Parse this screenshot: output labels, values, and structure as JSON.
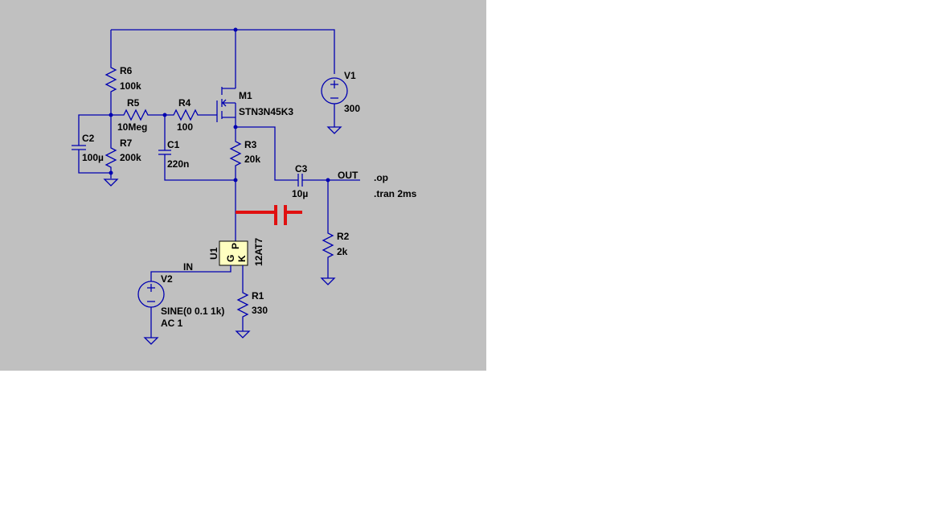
{
  "components": {
    "r6": {
      "name": "R6",
      "value": "100k"
    },
    "r5": {
      "name": "R5",
      "value": "10Meg"
    },
    "r4": {
      "name": "R4",
      "value": "100"
    },
    "r7": {
      "name": "R7",
      "value": "200k"
    },
    "c2": {
      "name": "C2",
      "value": "100µ"
    },
    "c1": {
      "name": "C1",
      "value": "220n"
    },
    "m1": {
      "name": "M1",
      "value": "STN3N45K3"
    },
    "r3": {
      "name": "R3",
      "value": "20k"
    },
    "c3": {
      "name": "C3",
      "value": "10µ"
    },
    "v1": {
      "name": "V1",
      "value": "300"
    },
    "r2": {
      "name": "R2",
      "value": "2k"
    },
    "u1": {
      "name": "U1",
      "value": "12AT7",
      "pin_g": "G",
      "pin_p": "P",
      "pin_k": "K"
    },
    "v2": {
      "name": "V2",
      "value1": "SINE(0 0.1 1k)",
      "value2": "AC 1"
    },
    "r1": {
      "name": "R1",
      "value": "330"
    }
  },
  "nets": {
    "out": "OUT",
    "in": "IN"
  },
  "directives": {
    "op": ".op",
    "tran": ".tran 2ms"
  },
  "colors": {
    "wire": "#0000b0",
    "background": "#c0c0c0",
    "highlight": "#e01010",
    "tube_fill": "#ffffc0"
  }
}
